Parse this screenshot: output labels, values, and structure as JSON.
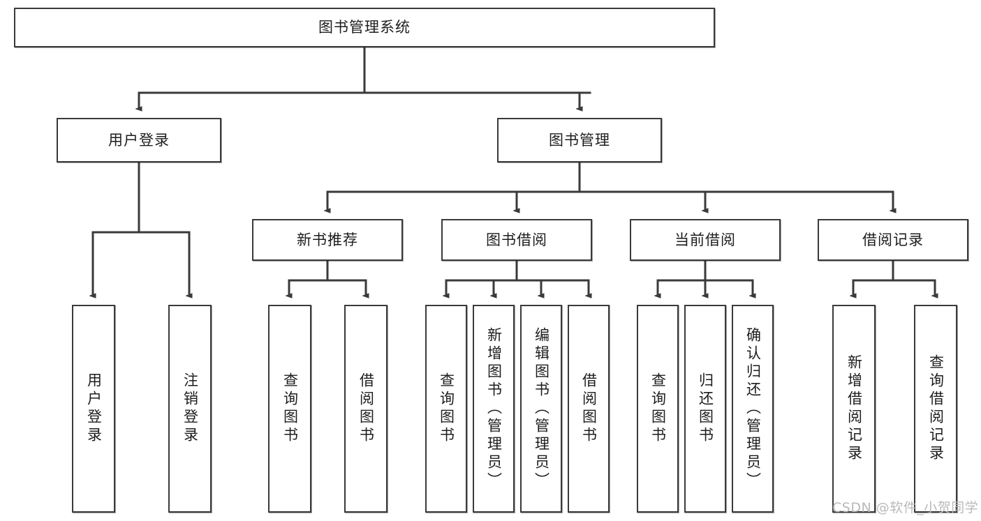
{
  "diagram": {
    "title": "图书管理系统",
    "type": "tree-hierarchy-chart",
    "root": {
      "label": "图书管理系统"
    },
    "level2": [
      {
        "label": "用户登录"
      },
      {
        "label": "图书管理"
      }
    ],
    "level3": [
      {
        "label": "新书推荐"
      },
      {
        "label": "图书借阅"
      },
      {
        "label": "当前借阅"
      },
      {
        "label": "借阅记录"
      }
    ],
    "leaves": {
      "user_login": [
        {
          "label": "用户登录"
        },
        {
          "label": "注销登录"
        }
      ],
      "new_book_recommend": [
        {
          "label": "查询图书"
        },
        {
          "label": "借阅图书"
        }
      ],
      "book_borrow": [
        {
          "label": "查询图书"
        },
        {
          "label": "新增图书（管理员）"
        },
        {
          "label": "编辑图书（管理员）"
        },
        {
          "label": "借阅图书"
        }
      ],
      "current_borrow": [
        {
          "label": "查询图书"
        },
        {
          "label": "归还图书"
        },
        {
          "label": "确认归还（管理员）"
        }
      ],
      "borrow_record": [
        {
          "label": "新增借阅记录"
        },
        {
          "label": "查询借阅记录"
        }
      ]
    }
  },
  "watermark": {
    "text": "CSDN @软件_小贺同学"
  },
  "colors": {
    "box_border": "#3a3a3a",
    "box_fill": "#ffffff",
    "text": "#1d1d1d",
    "line": "#3a3a3a",
    "watermark": "#b9b9b9",
    "background": "#ffffff"
  }
}
